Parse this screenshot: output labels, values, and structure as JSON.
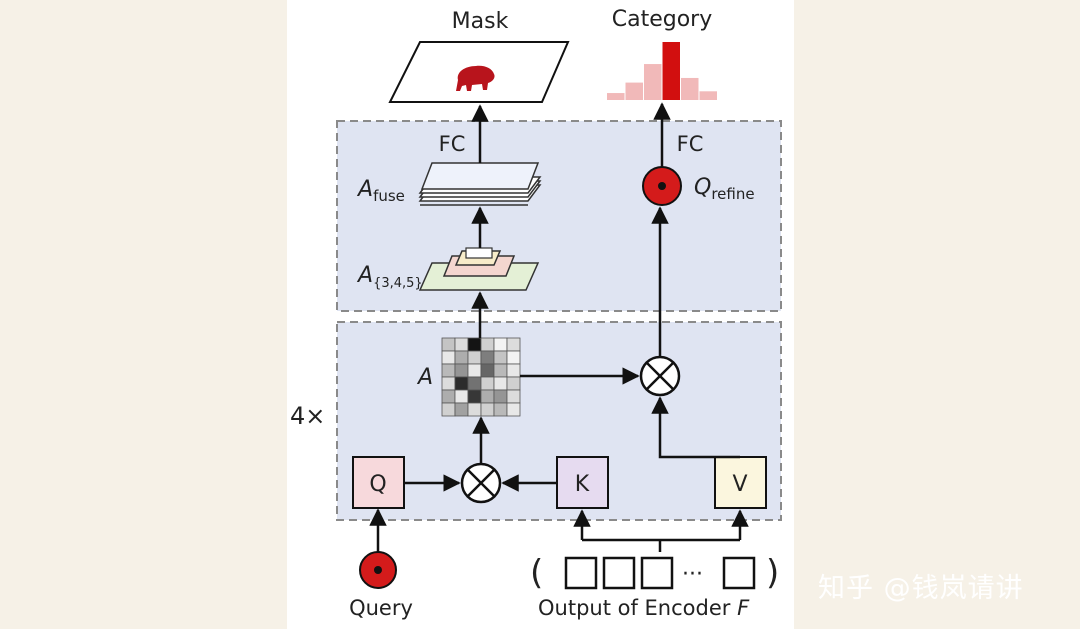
{
  "labels": {
    "mask": "Mask",
    "category": "Category",
    "fc_left": "FC",
    "fc_right": "FC",
    "a_fuse_main": "A",
    "a_fuse_sub": "fuse",
    "q_refine_main": "Q",
    "q_refine_sub": "refine",
    "a_multi_main": "A",
    "a_multi_sub": "{3,4,5}",
    "a_attn": "A",
    "repeat": "4×",
    "q_box": "Q",
    "k_box": "K",
    "v_box": "V",
    "query": "Query",
    "encoder_output_main": "Output of Encoder ",
    "encoder_output_var": "F",
    "ellipsis": "···",
    "paren_left": "(",
    "paren_right": ")"
  },
  "watermark": "知乎 @钱岚请讲",
  "colors": {
    "panel_bg": "#dfe4f2",
    "panel_border": "#8a8a8a",
    "q_fill": "#f7d9dc",
    "k_fill": "#e6dbf0",
    "v_fill": "#fbf6de",
    "token_red": "#d41b1b",
    "bar_light": "#f1b9b9",
    "bar_dark": "#d20f0f"
  },
  "category_bars": [
    0.12,
    0.3,
    0.62,
    1.0,
    0.38,
    0.15
  ],
  "category_highlight_index": 3,
  "attention_grid": [
    [
      0.25,
      0.15,
      1.0,
      0.2,
      0.05,
      0.15
    ],
    [
      0.1,
      0.35,
      0.2,
      0.55,
      0.25,
      0.05
    ],
    [
      0.3,
      0.45,
      0.1,
      0.65,
      0.3,
      0.1
    ],
    [
      0.15,
      0.9,
      0.6,
      0.2,
      0.1,
      0.2
    ],
    [
      0.35,
      0.1,
      0.85,
      0.35,
      0.45,
      0.15
    ],
    [
      0.2,
      0.4,
      0.15,
      0.2,
      0.3,
      0.1
    ]
  ]
}
